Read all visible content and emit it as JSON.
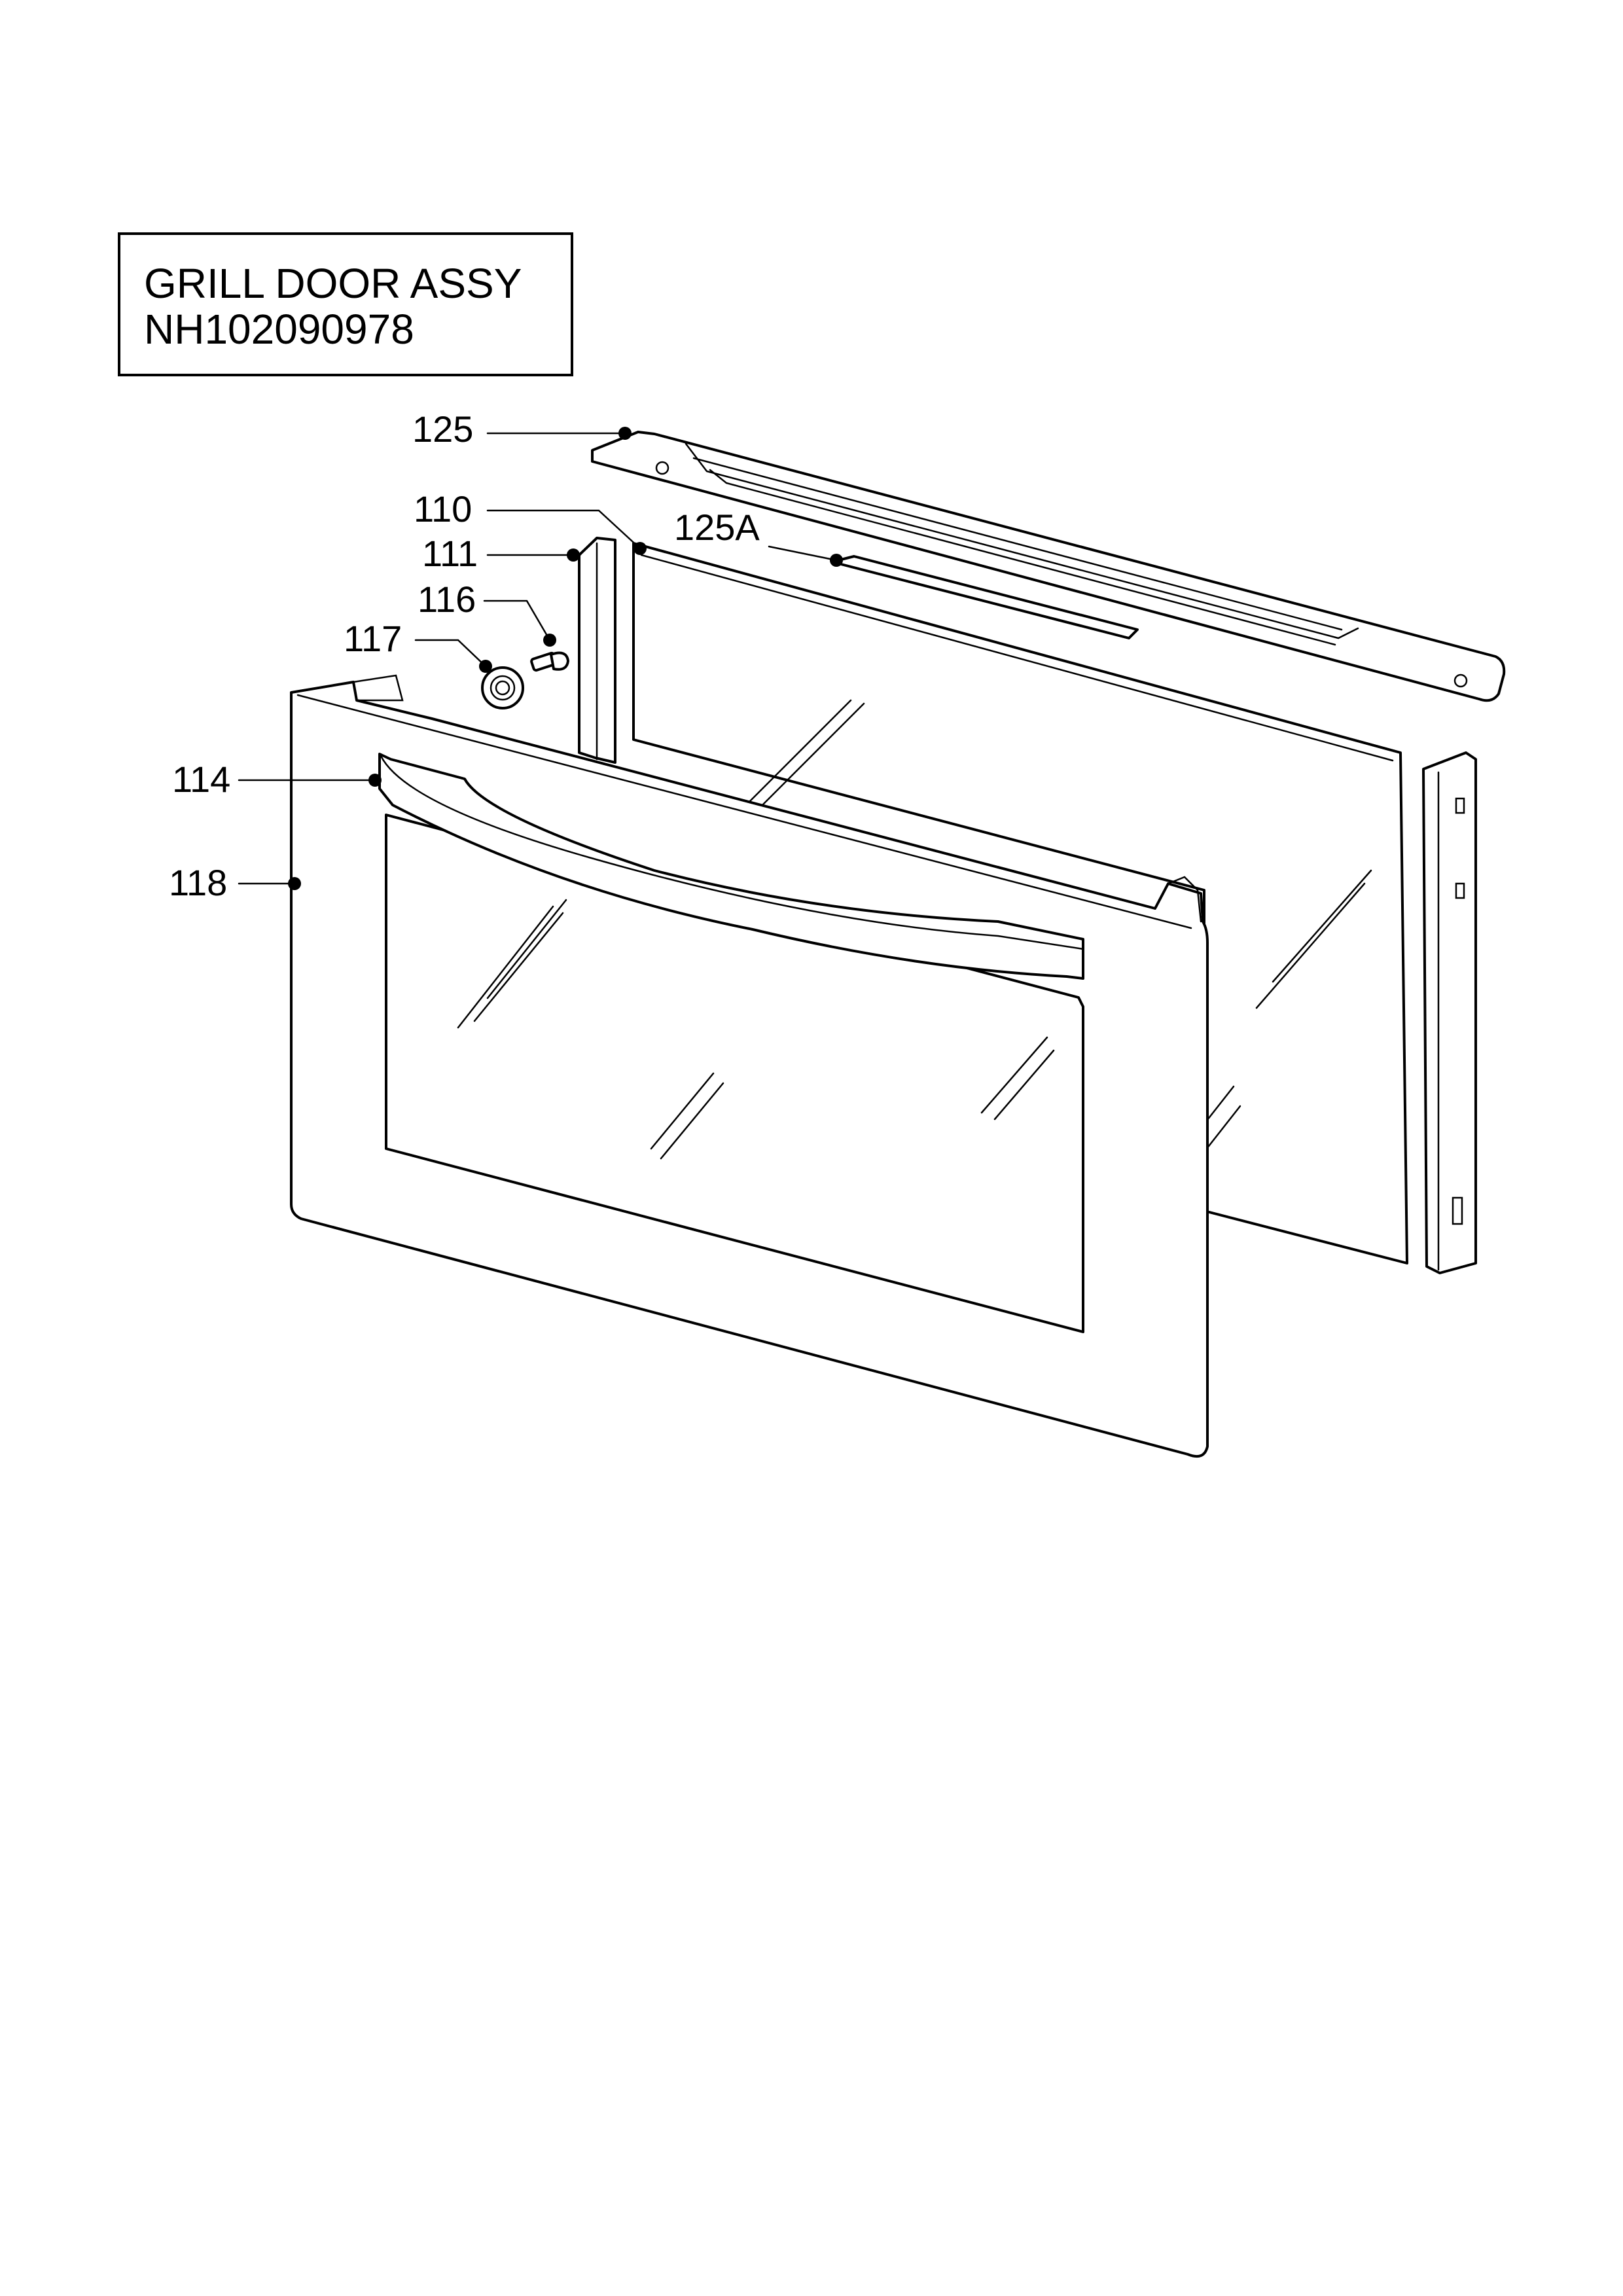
{
  "title": {
    "line1": "GRILL DOOR ASSY",
    "line2": "NH102090978"
  },
  "callouts": {
    "c125": "125",
    "c110": "110",
    "c125a": "125A",
    "c111": "111",
    "c116": "116",
    "c117": "117",
    "c114": "114",
    "c118": "118"
  }
}
